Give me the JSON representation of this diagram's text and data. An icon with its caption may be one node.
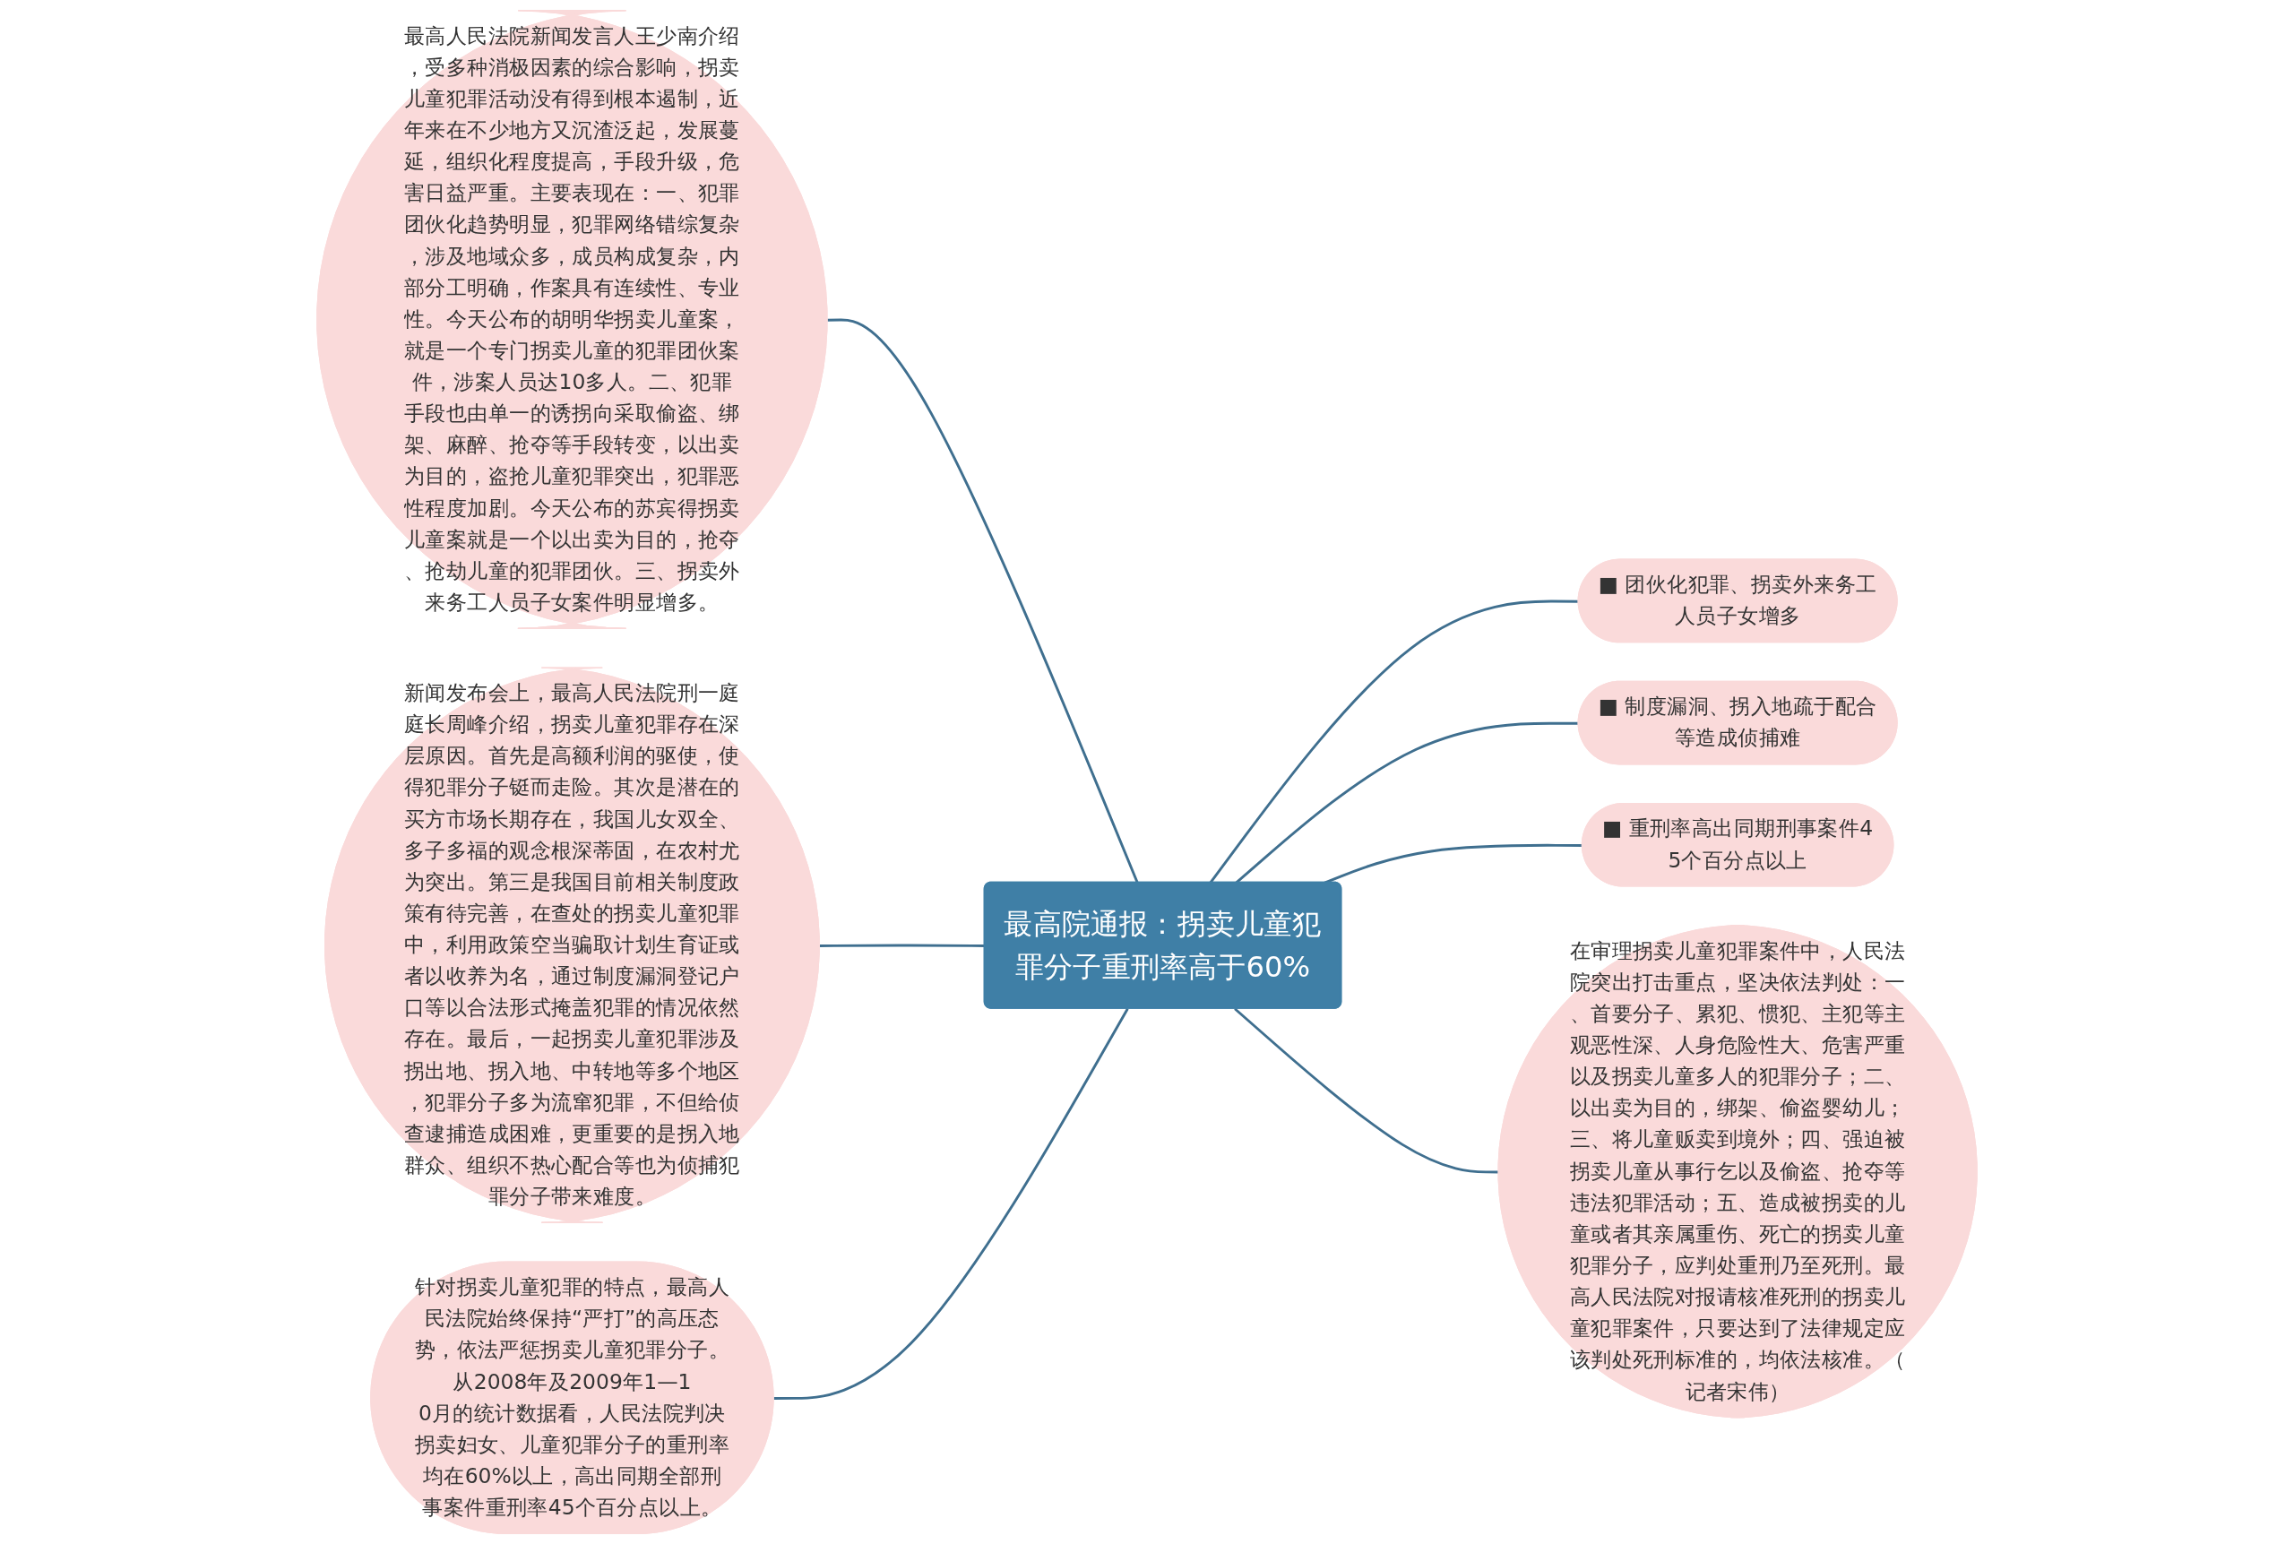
{
  "diagram": {
    "nodes": [
      {
        "text": [
          "最高院通报：拐卖儿童犯罪分子重刑率高于60%"
        ]
      },
      {
        "text": [
          "最高人民法院新闻发言人王少南介绍，受多种消极因素的综合影响，拐卖儿童犯罪活动没有得到根本遏制，近年来在不少地方又沉渣泛起，发展蔓延，组织化程度提高，手段升级，危害日益严重。主要表现在：一、犯罪团伙化趋势明显，犯罪网络错综复杂，涉及地域众多，成员构成复杂，内部分工明确，作案具有连续性、专业性。今天公布的胡明华拐卖儿童案，就是一个专门拐卖儿童的犯罪团伙案件，涉案人员达10多人。二、犯罪手段也由单一的诱拐向采取偷盗、绑架、麻醉、抢夺等手段转变，以出卖为目的，盗抢儿童犯罪突出，犯罪恶性程度加剧。今天公布的苏宾得拐卖儿童案就是一个以出卖为目的，抢夺、抢劫儿童的犯罪团伙。三、拐卖外来务工人员子女案件明显增多。"
        ]
      },
      {
        "text": [
          "新闻发布会上，最高人民法院刑一庭庭长周峰介绍，拐卖儿童犯罪存在深层原因。首先是高额利润的驱使，使得犯罪分子铤而走险。其次是潜在的买方市场长期存在，我国儿女双全、多子多福的观念根深蒂固，在农村尤为突出。第三是我国目前相关制度政策有待完善，在查处的拐卖儿童犯罪中，利用政策空当骗取计划生育证或者以收养为名，通过制度漏洞登记户口等以合法形式掩盖犯罪的情况依然存在。最后，一起拐卖儿童犯罪涉及拐出地、拐入地、中转地等多个地区，犯罪分子多为流窜犯罪，不但给侦查逮捕造成困难，更重要的是拐入地群众、组织不热心配合等也为侦捕犯罪分子带来难度。"
        ]
      },
      {
        "text": [
          "针对拐卖儿童犯罪的特点，最高人民法院始终保持“严打”的高压态势，依法严惩拐卖儿童犯罪分子。从2008年及2009年1—10月的统计数据看，人民法院判决拐卖妇女、儿童犯罪分子的重刑率均在60%以上，高出同期全部刑事案件重刑率45个百分点以上。"
        ]
      },
      {
        "text": [
          "■ 团伙化犯罪、拐卖外来务工人员子女增多"
        ]
      },
      {
        "text": [
          "■ 制度漏洞、拐入地疏于配合等造成侦捕难"
        ]
      },
      {
        "text": [
          "■ 重刑率高出同期刑事案件45个百分点以上"
        ]
      },
      {
        "text": [
          "在审理拐卖儿童犯罪案件中，人民法院突出打击重点，坚决依法判处：一、首要分子、累犯、惯犯、主犯等主观恶性深、人身危险性大、危害严重以及拐卖儿童多人的犯罪分子；二、以出卖为目的，绑架、偷盗婴幼儿；三、将儿童贩卖到境外；四、强迫被拐卖儿童从事行乞以及偷盗、抢夺等违法犯罪活动；五、造成被拐卖的儿童或者其亲属重伤、死亡的拐卖儿童犯罪分子，应判处重刑乃至死刑。最高人民法院对报请核准死刑的拐卖儿童犯罪案件，只要达到了法律规定应该判处死刑标准的，均依法核准。（记者宋伟）"
        ]
      }
    ],
    "edges": [
      {
        "from": 1,
        "to": 0,
        "arrow": "none"
      },
      {
        "from": 2,
        "to": 0,
        "arrow": "none"
      },
      {
        "from": 3,
        "to": 0,
        "arrow": "none"
      },
      {
        "from": 0,
        "to": 4,
        "arrow": "none"
      },
      {
        "from": 0,
        "to": 5,
        "arrow": "none"
      },
      {
        "from": 0,
        "to": 6,
        "arrow": "none"
      },
      {
        "from": 0,
        "to": 7,
        "arrow": "none"
      }
    ]
  }
}
